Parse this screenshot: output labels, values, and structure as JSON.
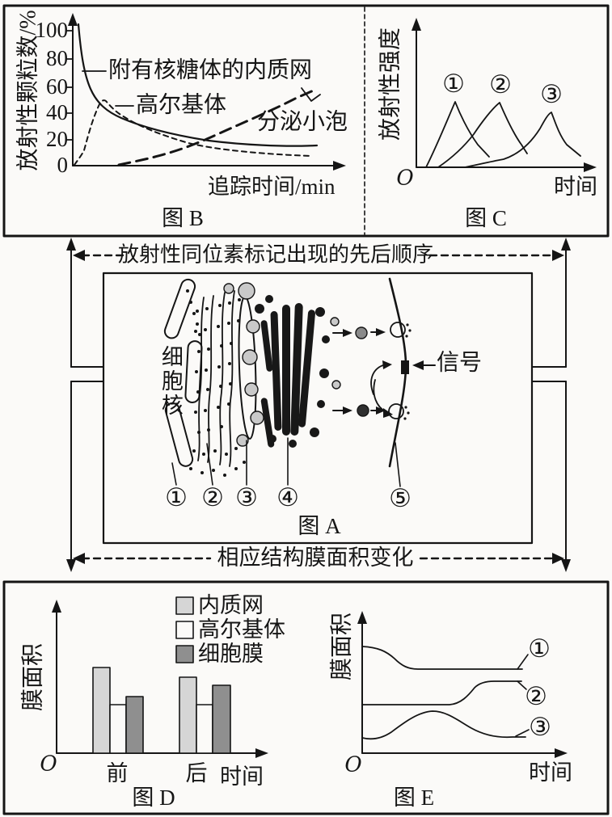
{
  "page": {
    "background": "#fbfaf8",
    "ink": "#151515"
  },
  "top_panel": {
    "figure_b": {
      "y_label": "放射性颗粒数/%",
      "y_ticks": [
        "100",
        "80",
        "60",
        "40",
        "20",
        "0"
      ],
      "series_labels": {
        "er": "附有核糖体的内质网",
        "golgi": "高尔基体",
        "vesicle": "分泌小泡"
      },
      "x_label": "追踪时间/min",
      "caption": "图 B"
    },
    "figure_c": {
      "y_label": "放射性强度",
      "origin": "O",
      "peak_labels": [
        "①",
        "②",
        "③"
      ],
      "x_label": "时间",
      "caption": "图 C"
    }
  },
  "connectors": {
    "top_label": "放射性同位素标记出现的先后顺序",
    "bottom_label": "相应结构膜面积变化"
  },
  "figure_a": {
    "nucleus_label": "细胞核",
    "signal_label": "信号",
    "structure_labels": [
      "①",
      "②",
      "③",
      "④",
      "⑤"
    ],
    "caption": "图 A"
  },
  "bottom_panel": {
    "figure_d": {
      "y_label": "膜面积",
      "origin": "O",
      "legend": [
        "内质网",
        "高尔基体",
        "细胞膜"
      ],
      "x_categories": [
        "前",
        "后"
      ],
      "x_label": "时间",
      "caption": "图 D"
    },
    "figure_e": {
      "y_label": "膜面积",
      "origin": "O",
      "curve_labels": [
        "①",
        "②",
        "③"
      ],
      "x_label": "时间",
      "caption": "图 E"
    }
  },
  "chart_data": [
    {
      "id": "图B",
      "type": "line",
      "ylabel": "放射性颗粒数/%",
      "xlabel": "追踪时间/min",
      "yticks": [
        0,
        20,
        40,
        60,
        80,
        100
      ],
      "ylim": [
        0,
        110
      ],
      "grid": false,
      "series": [
        {
          "name": "附有核糖体的内质网",
          "style": "solid",
          "points": [
            [
              0,
              100
            ],
            [
              2,
              75
            ],
            [
              4,
              58
            ],
            [
              8,
              42
            ],
            [
              15,
              30
            ],
            [
              25,
              22
            ],
            [
              35,
              17
            ],
            [
              45,
              15
            ]
          ]
        },
        {
          "name": "高尔基体",
          "style": "short-dash",
          "points": [
            [
              0,
              0
            ],
            [
              2,
              18
            ],
            [
              4,
              38
            ],
            [
              6,
              48
            ],
            [
              9,
              40
            ],
            [
              15,
              27
            ],
            [
              25,
              15
            ],
            [
              35,
              9
            ],
            [
              45,
              7
            ]
          ]
        },
        {
          "name": "分泌小泡",
          "style": "long-dash",
          "points": [
            [
              8,
              0
            ],
            [
              14,
              5
            ],
            [
              20,
              12
            ],
            [
              27,
              23
            ],
            [
              34,
              37
            ],
            [
              41,
              51
            ],
            [
              45,
              57
            ]
          ]
        }
      ]
    },
    {
      "id": "图C",
      "type": "line",
      "ylabel": "放射性强度",
      "xlabel": "时间",
      "origin": "O",
      "grid": false,
      "series": [
        {
          "name": "①",
          "peak_order": 1,
          "points": [
            [
              1,
              0
            ],
            [
              4,
              78
            ],
            [
              5.5,
              12
            ]
          ]
        },
        {
          "name": "②",
          "peak_order": 2,
          "points": [
            [
              2.5,
              0
            ],
            [
              6.5,
              76
            ],
            [
              8,
              16
            ]
          ]
        },
        {
          "name": "③",
          "peak_order": 3,
          "points": [
            [
              4,
              0
            ],
            [
              9.5,
              65
            ],
            [
              11.5,
              13
            ]
          ]
        }
      ]
    },
    {
      "id": "图D",
      "type": "bar",
      "ylabel": "膜面积",
      "xlabel": "时间",
      "origin": "O",
      "categories": [
        "前",
        "后"
      ],
      "units": "relative",
      "legend_position": "top-right",
      "series": [
        {
          "name": "内质网",
          "values": [
            106,
            94
          ]
        },
        {
          "name": "高尔基体",
          "values": [
            60,
            60
          ]
        },
        {
          "name": "细胞膜",
          "values": [
            70,
            84
          ]
        }
      ]
    },
    {
      "id": "图E",
      "type": "line",
      "ylabel": "膜面积",
      "xlabel": "时间",
      "origin": "O",
      "grid": false,
      "series": [
        {
          "name": "①",
          "shape": "starts high, declines, then constant",
          "points": [
            [
              0,
              62
            ],
            [
              2,
              60
            ],
            [
              4,
              49
            ],
            [
              5,
              49
            ],
            [
              10,
              49
            ]
          ]
        },
        {
          "name": "②",
          "shape": "constant low-mid, then steps up",
          "points": [
            [
              0,
              28
            ],
            [
              6,
              28
            ],
            [
              8,
              42
            ],
            [
              10,
              42
            ]
          ]
        },
        {
          "name": "③",
          "shape": "low, rises to a hump, returns low",
          "points": [
            [
              0,
              9
            ],
            [
              2,
              16
            ],
            [
              4.5,
              25
            ],
            [
              7,
              14
            ],
            [
              9,
              9
            ],
            [
              10,
              9
            ]
          ]
        }
      ]
    }
  ]
}
